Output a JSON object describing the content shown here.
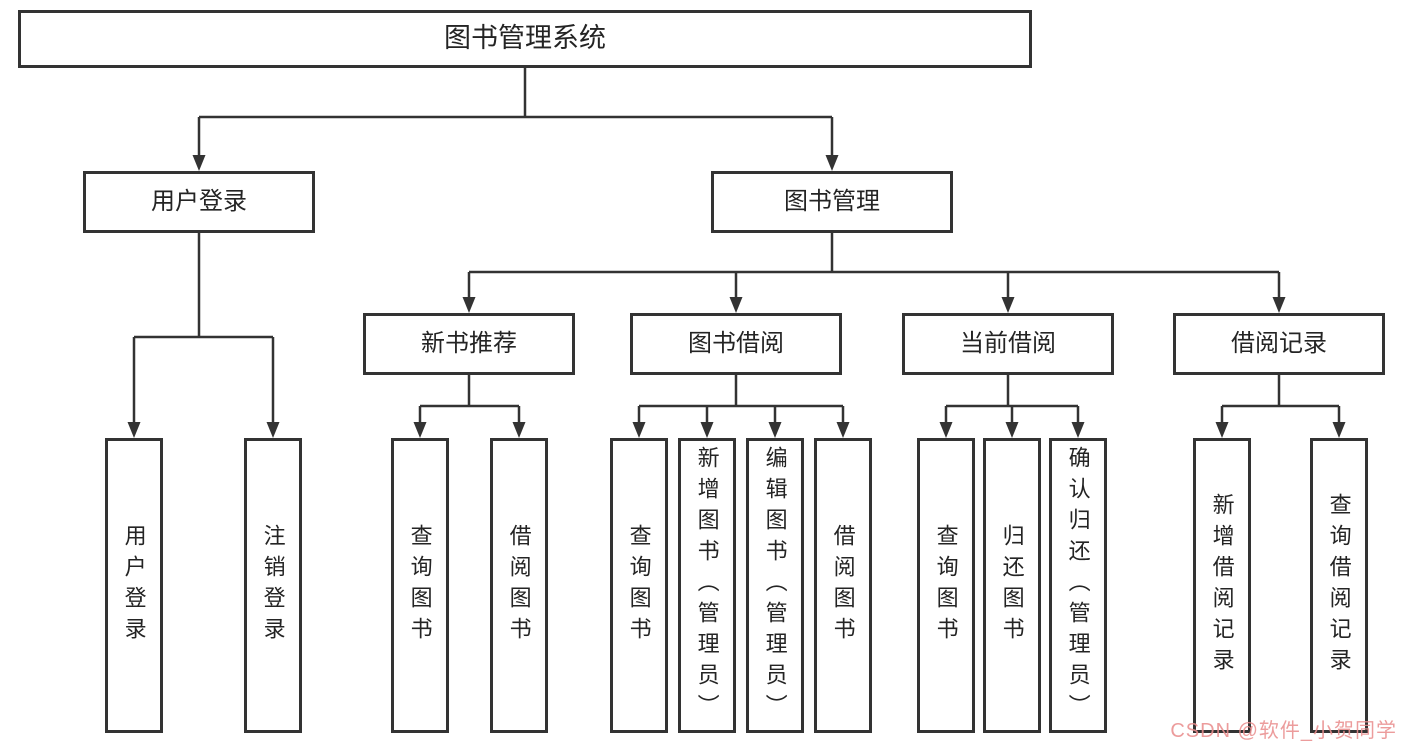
{
  "tree": {
    "root": "图书管理系统",
    "branches": [
      {
        "label": "用户登录",
        "children": [
          "用户登录",
          "注销登录"
        ]
      },
      {
        "label": "图书管理",
        "groups": [
          {
            "label": "新书推荐",
            "children": [
              "查询图书",
              "借阅图书"
            ]
          },
          {
            "label": "图书借阅",
            "children": [
              "查询图书",
              "新增图书（管理员）",
              "编辑图书（管理员）",
              "借阅图书"
            ]
          },
          {
            "label": "当前借阅",
            "children": [
              "查询图书",
              "归还图书",
              "确认归还（管理员）"
            ]
          },
          {
            "label": "借阅记录",
            "children": [
              "新增借阅记录",
              "查询借阅记录"
            ]
          }
        ]
      }
    ]
  },
  "watermark": {
    "text": "CSDN @软件_小贺同学"
  },
  "colors": {
    "line": "#333333",
    "box_border": "#333333",
    "box_fill": "#ffffff",
    "text": "#242424",
    "watermark": "#e98e8e"
  }
}
